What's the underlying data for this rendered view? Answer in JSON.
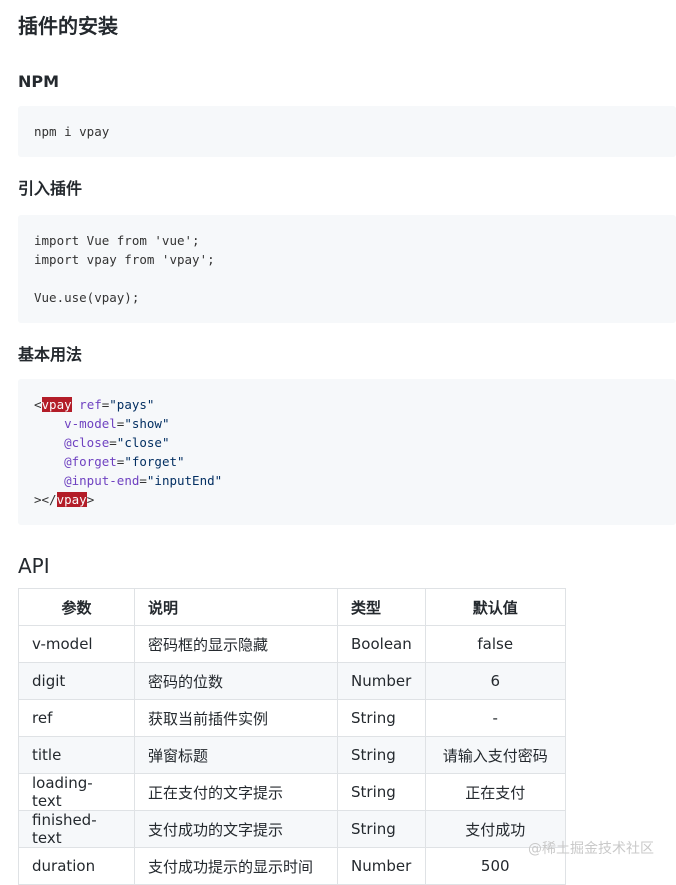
{
  "install_title": "插件的安装",
  "npm_title": "NPM",
  "npm_code": "npm i vpay",
  "plugin_title": "引入插件",
  "plugin_code": {
    "line1": "import Vue from 'vue';",
    "line2": "import vpay from 'vpay';",
    "line3": "",
    "line4": "Vue.use(vpay);"
  },
  "basic_title": "基本用法",
  "basic_code": {
    "open_bracket": "<",
    "tag": "vpay",
    "ref_attr": "ref",
    "ref_val": "\"pays\"",
    "vmodel_attr": "v-model",
    "vmodel_val": "\"show\"",
    "close_attr": "@close",
    "close_val": "\"close\"",
    "forget_attr": "@forget",
    "forget_val": "\"forget\"",
    "inputend_attr": "@input-end",
    "inputend_val": "\"inputEnd\"",
    "end_open": "></",
    "end_close": ">"
  },
  "api_title": "API",
  "api_table": {
    "headers": [
      "参数",
      "说明",
      "类型",
      "默认值"
    ],
    "rows": [
      [
        "v-model",
        "密码框的显示隐藏",
        "Boolean",
        "false"
      ],
      [
        "digit",
        "密码的位数",
        "Number",
        "6"
      ],
      [
        "ref",
        "获取当前插件实例",
        "String",
        "-"
      ],
      [
        "title",
        "弹窗标题",
        "String",
        "请输入支付密码"
      ],
      [
        "loading-text",
        "正在支付的文字提示",
        "String",
        "正在支付"
      ],
      [
        "finished-text",
        "支付成功的文字提示",
        "String",
        "支付成功"
      ],
      [
        "duration",
        "支付成功提示的显示时间",
        "Number",
        "500"
      ]
    ]
  },
  "watermark": "@稀土掘金技术社区"
}
